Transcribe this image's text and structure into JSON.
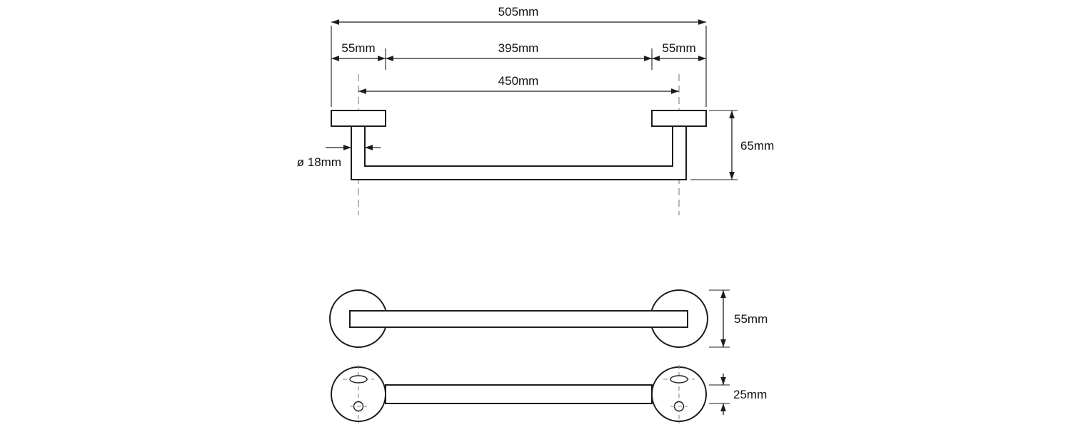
{
  "colors": {
    "background": "#ffffff",
    "line": "#1c1c1c",
    "centerline": "#8a8a8a"
  },
  "drawing": {
    "top_view": {
      "dim_total": "505mm",
      "dim_left_plate": "55mm",
      "dim_center_span": "395mm",
      "dim_right_plate": "55mm",
      "dim_mount_centers": "450mm",
      "dim_bar_diameter": "ø 18mm",
      "dim_depth": "65mm"
    },
    "front_view": {
      "dim_rosette_diameter": "55mm"
    },
    "bottom_view": {
      "dim_bar_thickness": "25mm"
    }
  }
}
